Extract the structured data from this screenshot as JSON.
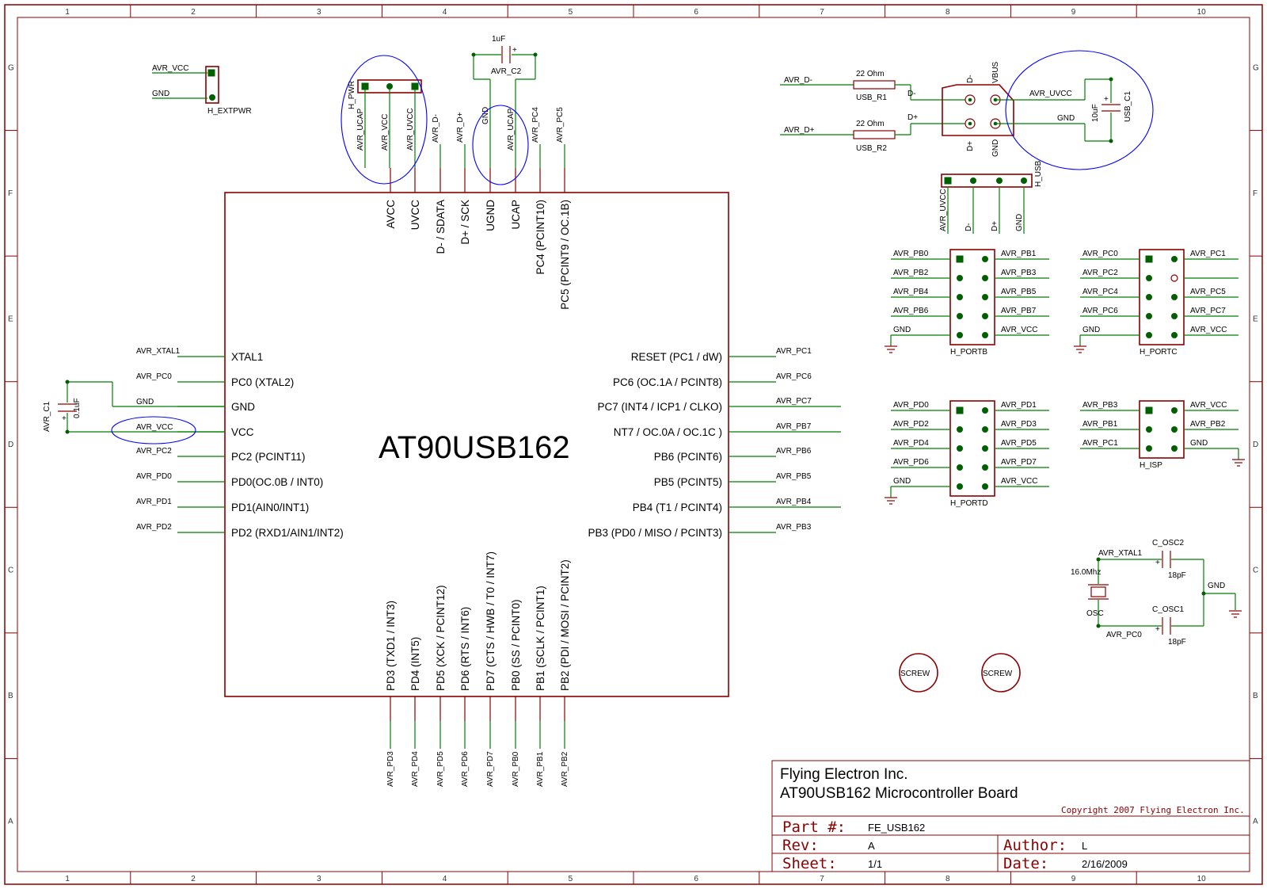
{
  "frame": {
    "columns": [
      "1",
      "2",
      "3",
      "4",
      "5",
      "6",
      "7",
      "8",
      "9",
      "10"
    ],
    "rows": [
      "G",
      "F",
      "E",
      "D",
      "C",
      "B",
      "A"
    ]
  },
  "chip": {
    "name": "AT90USB162",
    "left_pins": [
      "XTAL1",
      "PC0 (XTAL2)",
      "GND",
      "VCC",
      "PC2 (PCINT11)",
      "PD0(OC.0B / INT0)",
      "PD1(AIN0/INT1)",
      "PD2 (RXD1/AIN1/INT2)"
    ],
    "left_nets": [
      "AVR_XTAL1",
      "AVR_PC0",
      "GND",
      "AVR_VCC",
      "AVR_PC2",
      "AVR_PD0",
      "AVR_PD1",
      "AVR_PD2"
    ],
    "right_pins": [
      "RESET (PC1 / dW)",
      "PC6 (OC.1A / PCINT8)",
      "PC7 (INT4 / ICP1 / CLKO)",
      "NT7 / OC.0A / OC.1C )",
      "PB6 (PCINT6)",
      "PB5 (PCINT5)",
      "PB4 (T1 / PCINT4)",
      "PB3 (PD0 / MISO / PCINT3)"
    ],
    "right_nets": [
      "AVR_PC1",
      "AVR_PC6",
      "AVR_PC7",
      "AVR_PB7",
      "AVR_PB6",
      "AVR_PB5",
      "AVR_PB4",
      "AVR_PB3"
    ],
    "top_pins": [
      "AVCC",
      "UVCC",
      "D- / SDATA",
      "D+ / SCK",
      "UGND",
      "UCAP",
      "PC4 (PCINT10)",
      "PC5 (PCINT9 / OC.1B)"
    ],
    "top_nets": [
      "AVR_VCC",
      "AVR_UVCC",
      "AVR_D-",
      "AVR_D+",
      "GND",
      "AVR_UCAP",
      "AVR_PC4",
      "AVR_PC5"
    ],
    "bottom_pins": [
      "PD3 (TXD1 / INT3)",
      "PD4 (INT5)",
      "PD5 (XCK / PCINT12)",
      "PD6 (RTS / INT6)",
      "PD7 (CTS / HWB / T0 / INT7)",
      "PB0 (SS / PCINT0)",
      "PB1 (SCLK / PCINT1)",
      "PB2 (PDI / MOSI / PCINT2)"
    ],
    "bottom_nets": [
      "AVR_PD3",
      "AVR_PD4",
      "AVR_PD5",
      "AVR_PD6",
      "AVR_PD7",
      "AVR_PB0",
      "AVR_PB1",
      "AVR_PB2"
    ]
  },
  "ext_power": {
    "name": "H_EXTPWR",
    "nets": [
      "AVR_VCC",
      "GND"
    ]
  },
  "pwr_header": {
    "name": "H_PWR",
    "nets": [
      "AVR_UCAP",
      "AVR_VCC",
      "AVR_UVCC"
    ]
  },
  "cap_c2": {
    "name": "AVR_C2",
    "value": "1uF"
  },
  "cap_c1": {
    "name": "AVR_C1",
    "value": "0.1uF"
  },
  "usb": {
    "r1_value": "22 Ohm",
    "r1_name": "USB_R1",
    "r1_net": "AVR_D-",
    "r1_out": "D-",
    "r2_value": "22 Ohm",
    "r2_name": "USB_R2",
    "r2_net": "AVR_D+",
    "r2_out": "D+",
    "pin_dm": "D-",
    "pin_vbus": "VBUS",
    "pin_dp": "D+",
    "pin_gnd": "GND",
    "uvcc_net": "AVR_UVCC",
    "gnd_net": "GND",
    "cap_name": "USB_C1",
    "cap_value": "10uF"
  },
  "h_usb": {
    "name": "H_USB",
    "nets": [
      "AVR_UVCC",
      "D-",
      "D+",
      "GND"
    ]
  },
  "h_portb": {
    "name": "H_PORTB",
    "left": [
      "AVR_PB0",
      "AVR_PB2",
      "AVR_PB4",
      "AVR_PB6",
      "GND"
    ],
    "right": [
      "AVR_PB1",
      "AVR_PB3",
      "AVR_PB5",
      "AVR_PB7",
      "AVR_VCC"
    ]
  },
  "h_portc": {
    "name": "H_PORTC",
    "left": [
      "AVR_PC0",
      "AVR_PC2",
      "AVR_PC4",
      "AVR_PC6",
      "GND"
    ],
    "right": [
      "AVR_PC1",
      "",
      "AVR_PC5",
      "AVR_PC7",
      "AVR_VCC"
    ]
  },
  "h_portd": {
    "name": "H_PORTD",
    "left": [
      "AVR_PD0",
      "AVR_PD2",
      "AVR_PD4",
      "AVR_PD6",
      "GND"
    ],
    "right": [
      "AVR_PD1",
      "AVR_PD3",
      "AVR_PD5",
      "AVR_PD7",
      "AVR_VCC"
    ]
  },
  "h_isp": {
    "name": "H_ISP",
    "left": [
      "AVR_PB3",
      "AVR_PB1",
      "AVR_PC1"
    ],
    "right": [
      "AVR_VCC",
      "AVR_PB2",
      "GND"
    ]
  },
  "osc": {
    "xtal_net": "AVR_XTAL1",
    "pc0_net": "AVR_PC0",
    "freq": "16.0Mhz",
    "name": "OSC",
    "c2_name": "C_OSC2",
    "c2_value": "18pF",
    "c1_name": "C_OSC1",
    "c1_value": "18pF",
    "gnd": "GND"
  },
  "screws": [
    "SCREW",
    "SCREW"
  ],
  "title_block": {
    "company": "Flying Electron Inc.",
    "title": "AT90USB162 Microcontroller Board",
    "copyright": "Copyright 2007 Flying Electron Inc.",
    "part_label": "Part #:",
    "part": "FE_USB162",
    "rev_label": "Rev:",
    "rev": "A",
    "author_label": "Author:",
    "author": "L",
    "sheet_label": "Sheet:",
    "sheet": "1/1",
    "date_label": "Date:",
    "date": "2/16/2009"
  }
}
